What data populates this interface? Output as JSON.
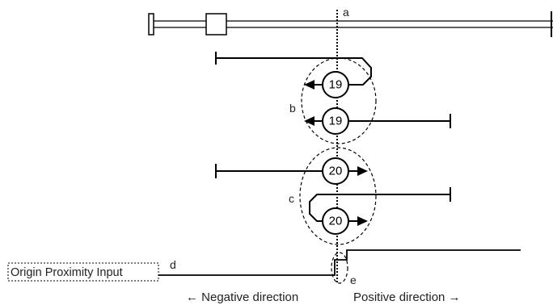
{
  "labels": {
    "a": "a",
    "b": "b",
    "c": "c",
    "d": "d",
    "e": "e"
  },
  "markers": {
    "upper_1": "19",
    "upper_2": "19",
    "lower_1": "20",
    "lower_2": "20"
  },
  "input_box": "Origin Proximity Input",
  "directions": {
    "negative": "← Negative direction",
    "positive": "Positive direction →"
  }
}
